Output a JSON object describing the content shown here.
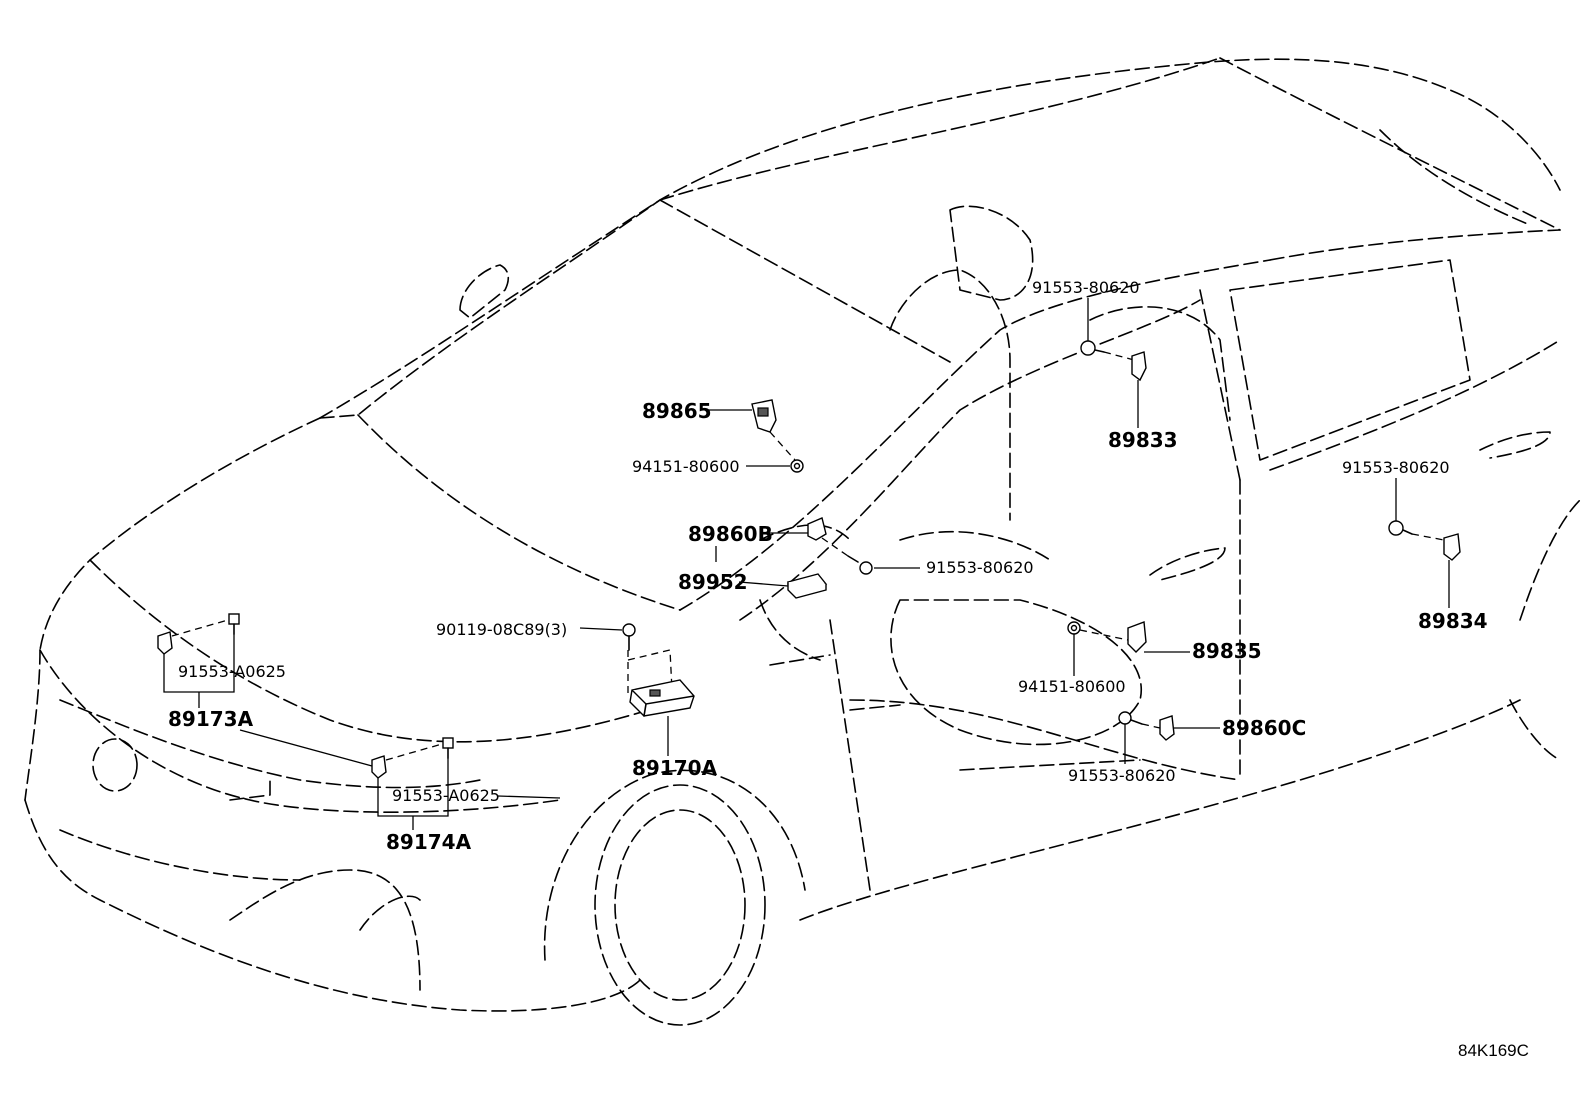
{
  "diagram_ref": "84K169C",
  "labels": {
    "p89865": "89865",
    "p94151_top": "94151-80600",
    "p89860B": "89860B",
    "p89952": "89952",
    "p90119": "90119-08C89(3)",
    "p91553_A0625_left": "91553-A0625",
    "p89173A": "89173A",
    "p91553_A0625_center": "91553-A0625",
    "p89174A": "89174A",
    "p89170A": "89170A",
    "p91553_80620_pillar": "91553-80620",
    "p89833": "89833",
    "p91553_80620_mid": "91553-80620",
    "p89835": "89835",
    "p94151_lower": "94151-80600",
    "p89860C": "89860C",
    "p91553_80620_lower": "91553-80620",
    "p91553_80620_rear": "91553-80620",
    "p89834": "89834"
  }
}
